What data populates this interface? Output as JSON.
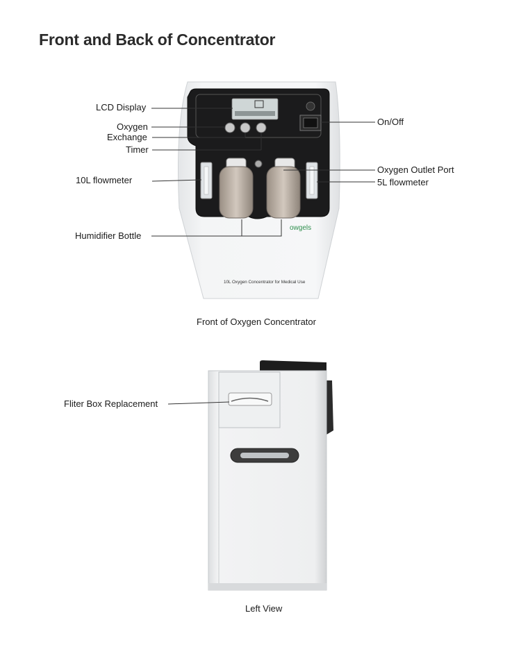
{
  "page": {
    "title": "Front and Back of Concentrator"
  },
  "front": {
    "labels": {
      "lcd_display": "LCD Display",
      "oxygen": "Oxygen",
      "exchange": "Exchange",
      "timer": "Timer",
      "flowmeter_10l": "10L flowmeter",
      "humidifier_bottle": "Humidifier Bottle",
      "on_off": "On/Off",
      "oxygen_outlet_port": "Oxygen Outlet Port",
      "flowmeter_5l": "5L flowmeter"
    },
    "device_text": {
      "brand": "owgels",
      "model": "10L Oxygen Concentrator for Medical Use"
    },
    "caption": "Front of Oxygen Concentrator"
  },
  "side": {
    "labels": {
      "filter_box": "Fliter Box Replacement"
    },
    "caption": "Left View"
  }
}
